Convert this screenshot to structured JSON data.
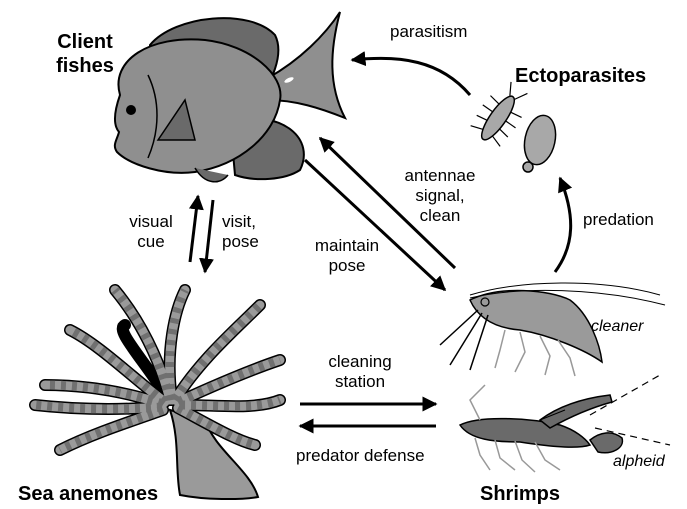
{
  "nodes": {
    "client_fishes": [
      "Client",
      "fishes"
    ],
    "ectoparasites": "Ectoparasites",
    "sea_anemones": "Sea anemones",
    "shrimps": "Shrimps"
  },
  "edges": {
    "parasitism": "parasitism",
    "predation": "predation",
    "antennae": [
      "antennae",
      "signal,",
      "clean"
    ],
    "maintain_pose": [
      "maintain",
      "pose"
    ],
    "visual_cue": [
      "visual",
      "cue"
    ],
    "visit_pose": [
      "visit,",
      "pose"
    ],
    "cleaning_station": [
      "cleaning",
      "station"
    ],
    "predator_defense": "predator defense"
  },
  "species": {
    "cleaner": "cleaner",
    "alpheid": "alpheid"
  },
  "colors": {
    "fish_body": "#8f8f8f",
    "fish_fin": "#6a6a6a",
    "anemone_body": "#9a9a9a",
    "anemone_stripe": "#707070",
    "parasite": "#a8a8a8",
    "shrimp_cleaner": "#9a9a9a",
    "shrimp_alpheid": "#6a6a6a",
    "arrow": "#000000"
  }
}
